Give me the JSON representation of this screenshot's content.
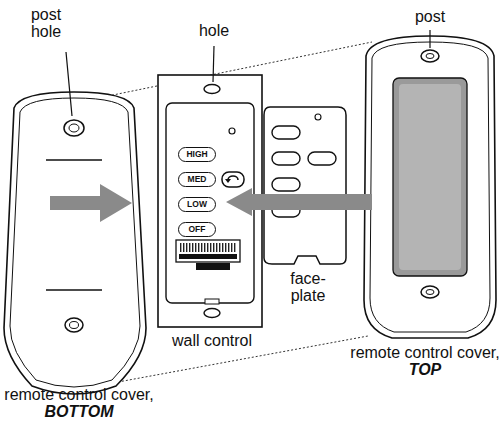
{
  "diagram": {
    "nodes": [
      {
        "text": [
          "HIGH"
        ]
      },
      {
        "text": [
          "MED"
        ]
      },
      {
        "text": [
          "LOW"
        ]
      },
      {
        "text": [
          "OFF"
        ]
      }
    ],
    "labels": [
      "post hole",
      "hole",
      "post",
      "face-plate",
      "wall control",
      "remote control cover,",
      "BOTTOM",
      "remote control cover,",
      "TOP"
    ]
  }
}
